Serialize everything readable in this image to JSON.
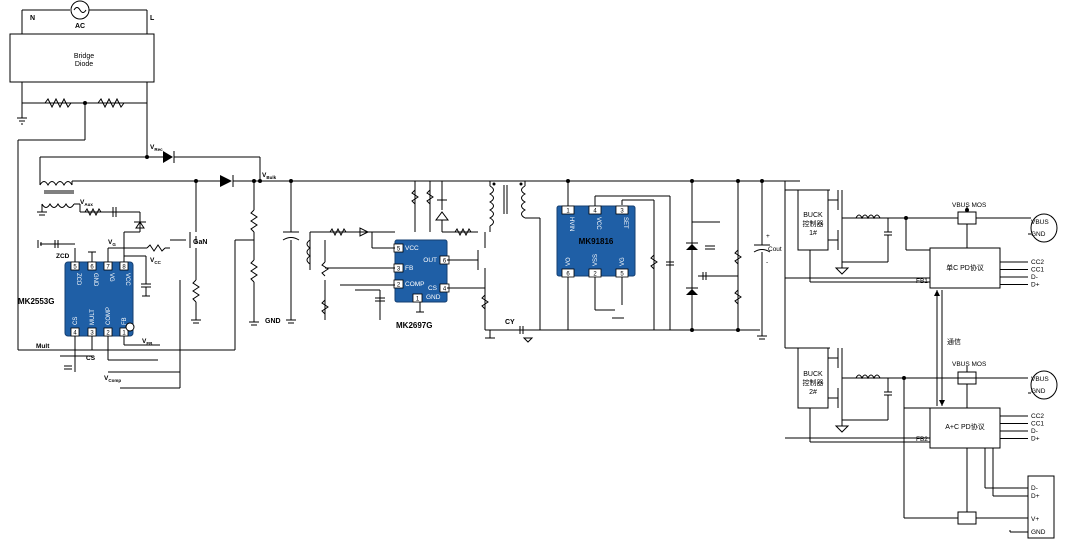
{
  "mains": {
    "n": "N",
    "l": "L",
    "ac": "AC"
  },
  "bridge": {
    "line1": "Bridge",
    "line2": "Diode"
  },
  "nets": {
    "vrec": "V",
    "vrec_sub": "Rec",
    "vbulk": "V",
    "vbulk_sub": "Bulk",
    "vaux": "V",
    "vaux_sub": "Aux",
    "vg": "V",
    "vg_sub": "G",
    "vcc": "V",
    "vcc_sub": "CC",
    "vfb": "V",
    "vfb_sub": "FB",
    "vcomp": "V",
    "vcomp_sub": "Comp",
    "zcd": "ZCD",
    "gnd": "GND",
    "mult": "Mult",
    "cs": "CS",
    "gan": "GaN",
    "cy": "CY",
    "cout": "Cout",
    "plus": "+",
    "minus": "-"
  },
  "ic_primary": {
    "name": "MK2553G",
    "pins_top": [
      {
        "n": "5",
        "l": "ZCD"
      },
      {
        "n": "6",
        "l": "GND"
      },
      {
        "n": "7",
        "l": "VG"
      },
      {
        "n": "8",
        "l": "VCC"
      }
    ],
    "pins_bottom": [
      {
        "n": "4",
        "l": "CS"
      },
      {
        "n": "3",
        "l": "MULT"
      },
      {
        "n": "2",
        "l": "COMP"
      },
      {
        "n": "1",
        "l": "FB"
      }
    ]
  },
  "ic_sr": {
    "name": "MK2697G",
    "pins": [
      {
        "n": "5",
        "l": "VCC"
      },
      {
        "n": "3",
        "l": "FB"
      },
      {
        "n": "2",
        "l": "COMP"
      },
      {
        "n": "6",
        "l": "OUT"
      },
      {
        "n": "4",
        "l": "CS"
      },
      {
        "n": "1",
        "l": "GND"
      }
    ]
  },
  "ic_sec": {
    "name": "MK91816",
    "pins_top": [
      {
        "n": "1",
        "l": "HVIN"
      },
      {
        "n": "4",
        "l": "VCC"
      },
      {
        "n": "3",
        "l": "SET"
      }
    ],
    "pins_bottom": [
      {
        "n": "6",
        "l": "VO"
      },
      {
        "n": "2",
        "l": "VSS"
      },
      {
        "n": "5",
        "l": "VG"
      }
    ]
  },
  "buck1": {
    "l1": "BUCK",
    "l2": "控制器",
    "l3": "1#"
  },
  "buck2": {
    "l1": "BUCK",
    "l2": "控制器",
    "l3": "2#"
  },
  "pd1": {
    "name": "单C PD协议",
    "fb": "FB1"
  },
  "pd2": {
    "name": "A+C PD协议",
    "fb": "FB2"
  },
  "comm": "通信",
  "vbus_mos": "VBUS MOS",
  "port_c1": [
    "VBUS",
    "GND"
  ],
  "pd1_pins": [
    "CC2",
    "CC1",
    "D-",
    "D+"
  ],
  "pd2_pins": [
    "CC2",
    "CC1",
    "D-",
    "D+"
  ],
  "port_c2": [
    "VBUS",
    "GND"
  ],
  "port_a": [
    "D-",
    "D+",
    "V+",
    "GND"
  ],
  "colors": {
    "ic": "#1f5fa6",
    "wire": "#000000"
  }
}
